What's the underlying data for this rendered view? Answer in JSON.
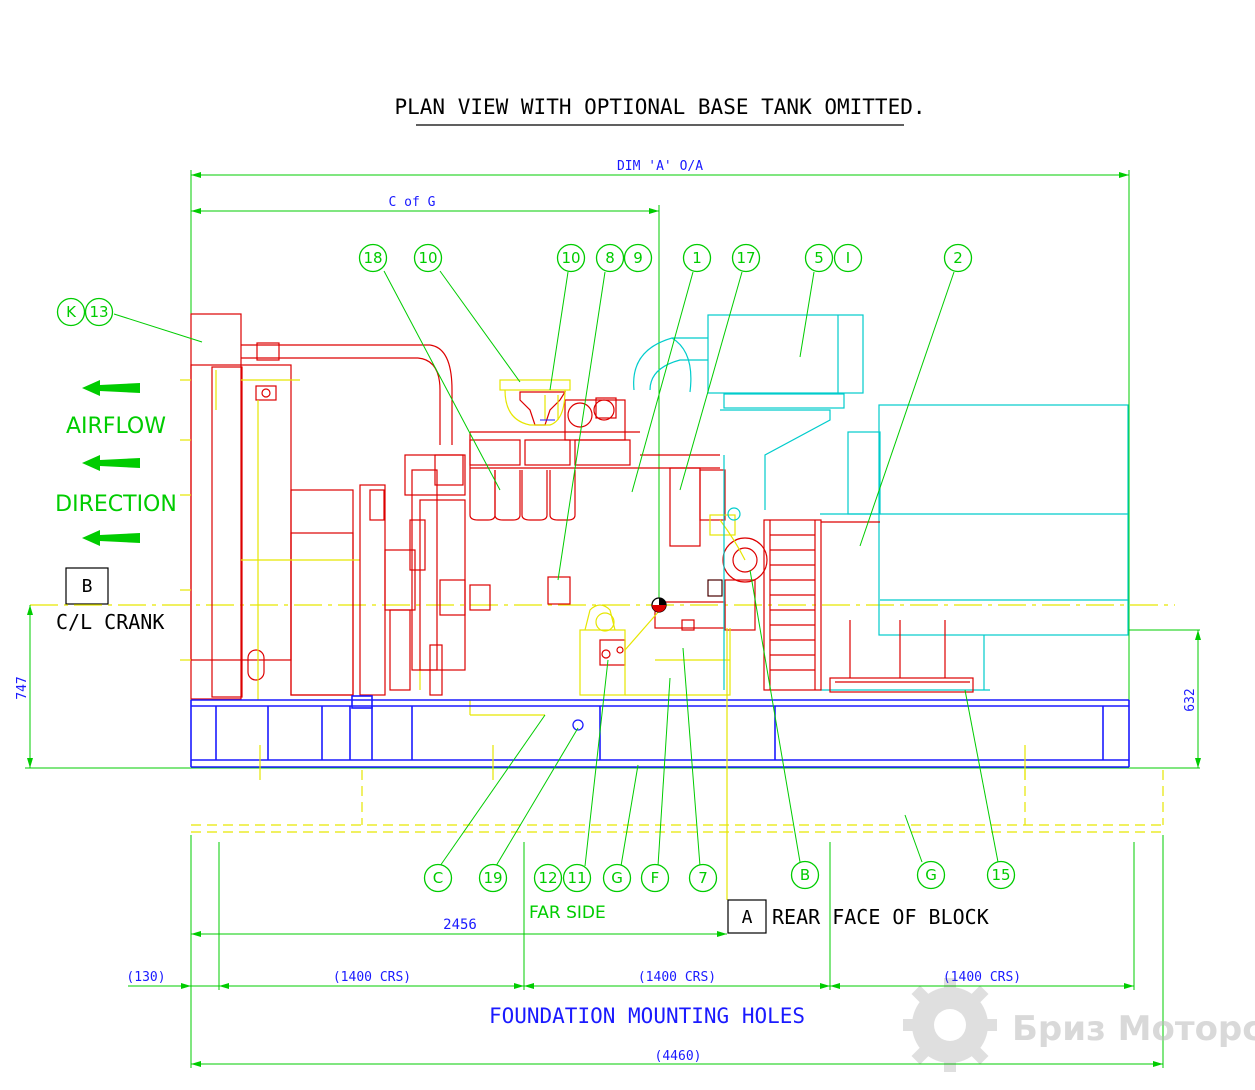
{
  "drawing": {
    "title": "PLAN VIEW WITH OPTIONAL BASE TANK OMITTED.",
    "dimensions": {
      "overall_top": "DIM 'A' O/A",
      "cog": "C of G",
      "height_left": "747",
      "height_right": "632",
      "rear_face": "2456",
      "left_offset": "(130)",
      "crs_1": "(1400 CRS)",
      "crs_2": "(1400 CRS)",
      "crs_3": "(1400 CRS)",
      "overall_bottom": "(4460)"
    },
    "labels": {
      "airflow": "AIRFLOW",
      "direction": "DIRECTION",
      "crank_ref": "B",
      "crank": "C/L CRANK",
      "far_side": "FAR SIDE",
      "block_ref": "A",
      "rear_face": "REAR FACE OF BLOCK",
      "foundation": "FOUNDATION MOUNTING HOLES"
    },
    "callouts_top": [
      "18",
      "10",
      "10",
      "8",
      "9",
      "1",
      "17",
      "5",
      "I",
      "2",
      "K",
      "13"
    ],
    "callouts_bottom": [
      "C",
      "19",
      "12",
      "11",
      "G",
      "F",
      "7",
      "B",
      "G",
      "15"
    ],
    "watermark": "Бриз Моторс",
    "colors": {
      "dimension": "#00cc00",
      "frame": "#1a1aff",
      "radiator": "#dd0000",
      "engine": "#e6e600",
      "alternator": "#00cccc"
    }
  }
}
